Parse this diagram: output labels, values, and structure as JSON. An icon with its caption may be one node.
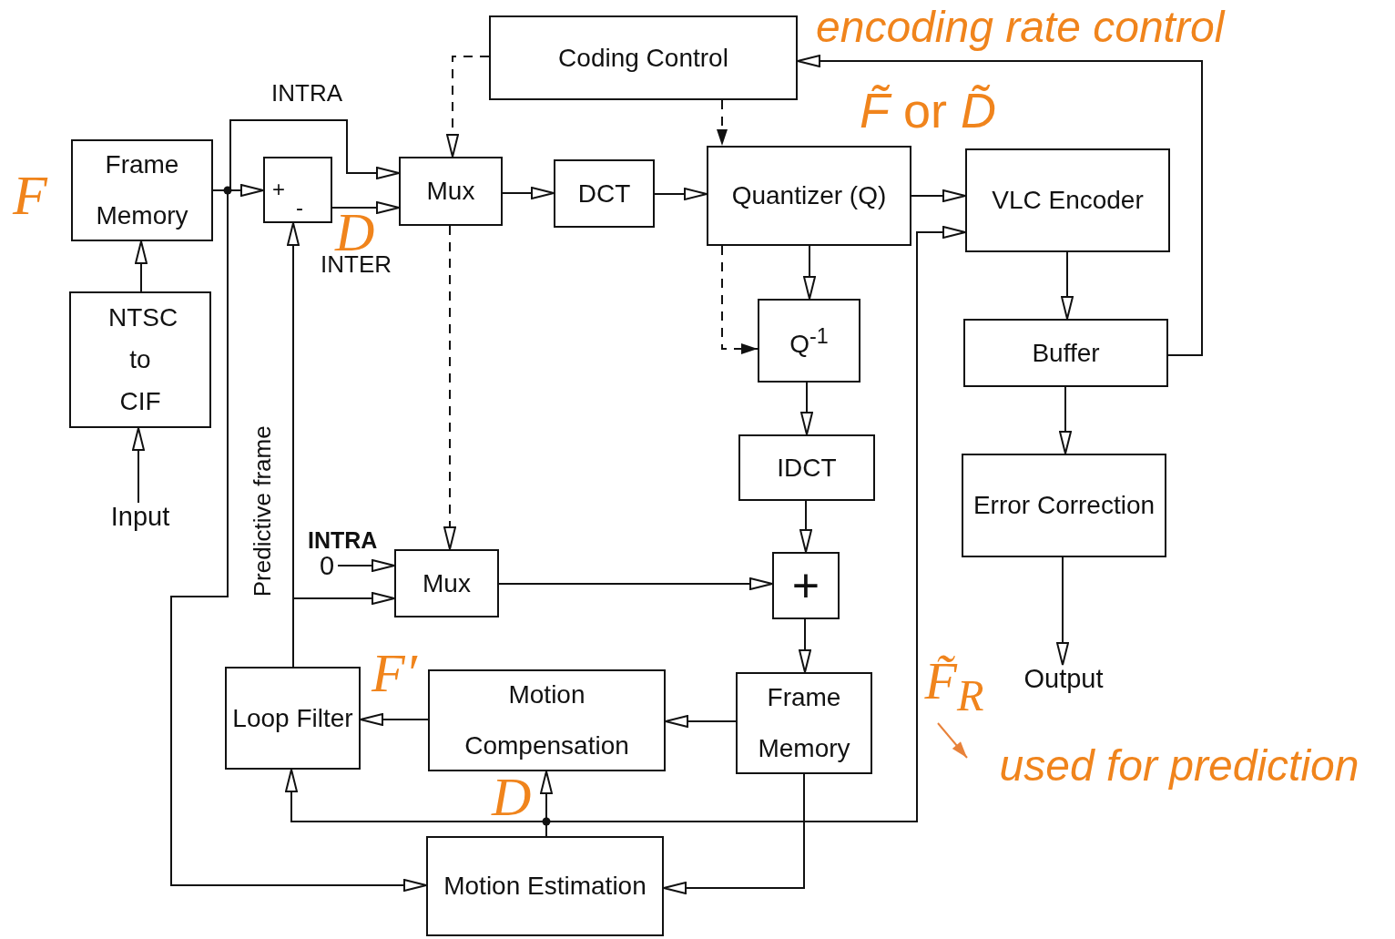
{
  "diagram": {
    "nodes": [
      {
        "text": [
          "Coding Control"
        ]
      },
      {
        "text": [
          "Frame Memory"
        ]
      },
      {
        "text": [
          "NTSC to CIF"
        ]
      },
      {
        "text": [
          "Input"
        ]
      },
      {
        "text": [
          "+",
          "-"
        ]
      },
      {
        "text": [
          "Mux"
        ]
      },
      {
        "text": [
          "DCT"
        ]
      },
      {
        "text": [
          "Quantizer (Q)"
        ]
      },
      {
        "text": [
          "VLC Encoder"
        ]
      },
      {
        "text": [
          "Buffer"
        ]
      },
      {
        "text": [
          "Q$^{-1}$"
        ]
      },
      {
        "text": [
          "IDCT"
        ]
      },
      {
        "text": [
          "Error Correction"
        ]
      },
      {
        "text": [
          "Output"
        ]
      },
      {
        "text": [
          "Mux"
        ]
      },
      {
        "text": [
          "+"
        ]
      },
      {
        "text": [
          "Loop Filter"
        ]
      },
      {
        "text": [
          "Motion Compensation"
        ]
      },
      {
        "text": [
          "Frame Memory"
        ]
      },
      {
        "text": [
          "Motion Estimation"
        ]
      },
      {
        "text": [
          "0"
        ]
      },
      {
        "text": [
          "F̃$_{R}$"
        ]
      },
      {
        "text": [
          "used for prediction"
        ]
      }
    ],
    "edges": [
      {
        "from": 3,
        "to": 2,
        "arrow": "to"
      },
      {
        "from": 2,
        "to": 1,
        "arrow": "to"
      },
      {
        "from": 1,
        "to": 4,
        "arrow": "to"
      },
      {
        "from": 1,
        "to": 5,
        "arrow": "to"
      },
      {
        "from": 1,
        "to": 19,
        "arrow": "to"
      },
      {
        "from": 4,
        "to": 5,
        "arrow": "to"
      },
      {
        "from": 0,
        "to": 5,
        "arrow": "to",
        "style": "dashed"
      },
      {
        "from": 5,
        "to": 14,
        "arrow": "to",
        "style": "dashed"
      },
      {
        "from": 0,
        "to": 7,
        "arrow": "to",
        "style": "dashed"
      },
      {
        "from": 7,
        "to": 10,
        "arrow": "to",
        "style": "dashed"
      },
      {
        "from": 5,
        "to": 6,
        "arrow": "to"
      },
      {
        "from": 6,
        "to": 7,
        "arrow": "to"
      },
      {
        "from": 7,
        "to": 8,
        "arrow": "to"
      },
      {
        "from": 7,
        "to": 10,
        "arrow": "to"
      },
      {
        "from": 10,
        "to": 11,
        "arrow": "to"
      },
      {
        "from": 11,
        "to": 15,
        "arrow": "to"
      },
      {
        "from": 14,
        "to": 15,
        "arrow": "to"
      },
      {
        "from": 15,
        "to": 18,
        "arrow": "to"
      },
      {
        "from": 18,
        "to": 17,
        "arrow": "to"
      },
      {
        "from": 17,
        "to": 16,
        "arrow": "to"
      },
      {
        "from": 16,
        "to": 4,
        "arrow": "to"
      },
      {
        "from": 16,
        "to": 14,
        "arrow": "to"
      },
      {
        "from": 19,
        "to": 17,
        "arrow": "to"
      },
      {
        "from": 19,
        "to": 16,
        "arrow": "to"
      },
      {
        "from": 19,
        "to": 8,
        "arrow": "to"
      },
      {
        "from": 18,
        "to": 19,
        "arrow": "to"
      },
      {
        "from": 8,
        "to": 9,
        "arrow": "to"
      },
      {
        "from": 9,
        "to": 0,
        "arrow": "to"
      },
      {
        "from": 9,
        "to": 12,
        "arrow": "to"
      },
      {
        "from": 12,
        "to": 13,
        "arrow": "to"
      },
      {
        "from": 20,
        "to": 14,
        "arrow": "to"
      },
      {
        "from": 21,
        "to": 22,
        "arrow": "to",
        "color": "#e8823a"
      }
    ],
    "labels": [
      "INTRA",
      "INTER",
      "INTRA",
      "Predictive frame",
      "encoding rate control",
      "*F̃* or *D̃*",
      "F",
      "D",
      "F′",
      "D"
    ]
  }
}
